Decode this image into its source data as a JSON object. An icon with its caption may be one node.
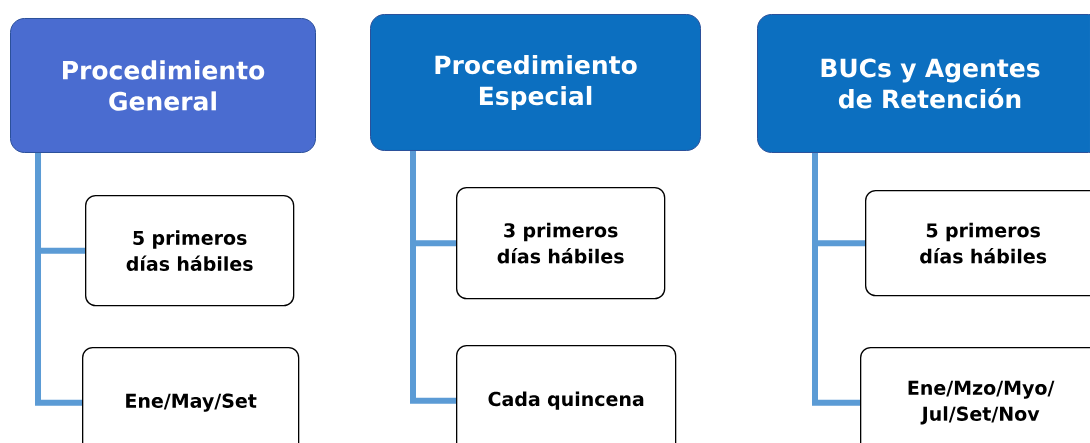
{
  "diagram": {
    "nodes": [
      {
        "text": [
          "Procedimiento General"
        ]
      },
      {
        "text": [
          "5 primeros días hábiles"
        ]
      },
      {
        "text": [
          "Ene/May/Set"
        ]
      },
      {
        "text": [
          "Procedimiento Especial"
        ]
      },
      {
        "text": [
          "3 primeros días hábiles"
        ]
      },
      {
        "text": [
          "Cada quincena"
        ]
      },
      {
        "text": [
          "BUCs y Agentes de Retención"
        ]
      },
      {
        "text": [
          "5 primeros días hábiles"
        ]
      },
      {
        "text": [
          "Ene/Mzo/Myo/ Jul/Set/Nov"
        ]
      }
    ],
    "edges": [
      {
        "from": 0,
        "to": 1,
        "arrow": "none"
      },
      {
        "from": 0,
        "to": 2,
        "arrow": "none"
      },
      {
        "from": 3,
        "to": 4,
        "arrow": "none"
      },
      {
        "from": 3,
        "to": 5,
        "arrow": "none"
      },
      {
        "from": 6,
        "to": 7,
        "arrow": "none"
      },
      {
        "from": 6,
        "to": 8,
        "arrow": "none"
      }
    ]
  }
}
